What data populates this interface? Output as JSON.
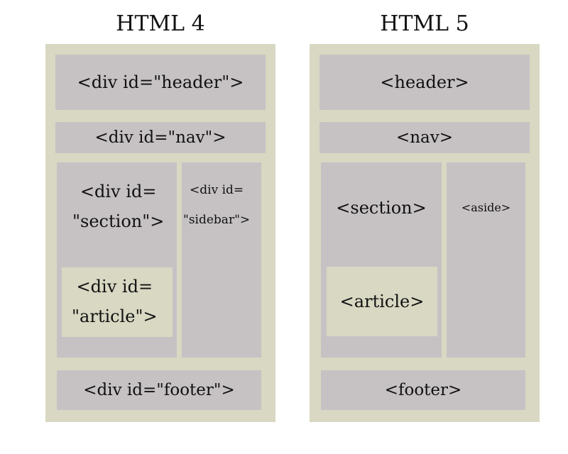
{
  "html4": {
    "title": "HTML 4",
    "header": "<div id=\"header\">",
    "nav": "<div id=\"nav\">",
    "section": [
      "<div id=",
      "\"section\">"
    ],
    "sidebar": [
      "<div id=",
      "\"sidebar\">"
    ],
    "article": [
      "<div id=",
      "\"article\">"
    ],
    "footer": "<div id=\"footer\">"
  },
  "html5": {
    "title": "HTML 5",
    "header": "<header>",
    "nav": "<nav>",
    "section": "<section>",
    "aside": "<aside>",
    "article": "<article>",
    "footer": "<footer>"
  },
  "colors": {
    "panel": "#d8d8c3",
    "block": "#c6c2c4"
  }
}
